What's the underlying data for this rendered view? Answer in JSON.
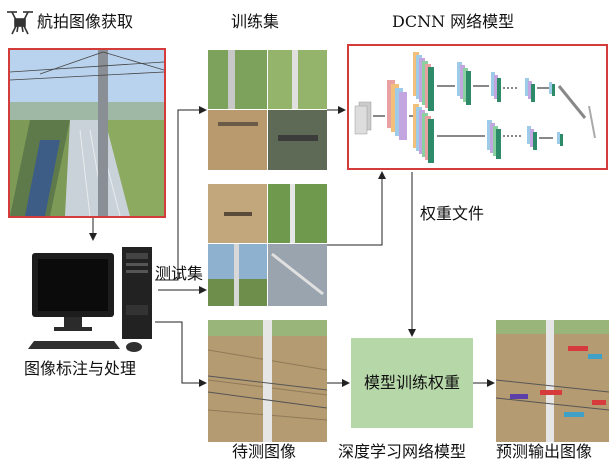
{
  "labels": {
    "aerial_capture": "航拍图像获取",
    "training_set": "训练集",
    "dcnn_model": "DCNN 网络模型",
    "weight_file": "权重文件",
    "test_set": "测试集",
    "annotation_processing": "图像标注与处理",
    "model_training_weights": "模型训练权重",
    "image_to_test": "待测图像",
    "deep_learning_model": "深度学习网络模型",
    "predicted_output": "预测输出图像"
  },
  "colors": {
    "red_border": "#d43b3b",
    "arrow": "#222222",
    "weights_box": "#b6d7a8",
    "sky": "#a9c9e8",
    "field_green": "#7fa05a",
    "soil": "#b89a6e"
  },
  "icons": [
    "drone-icon",
    "computer-icon"
  ]
}
